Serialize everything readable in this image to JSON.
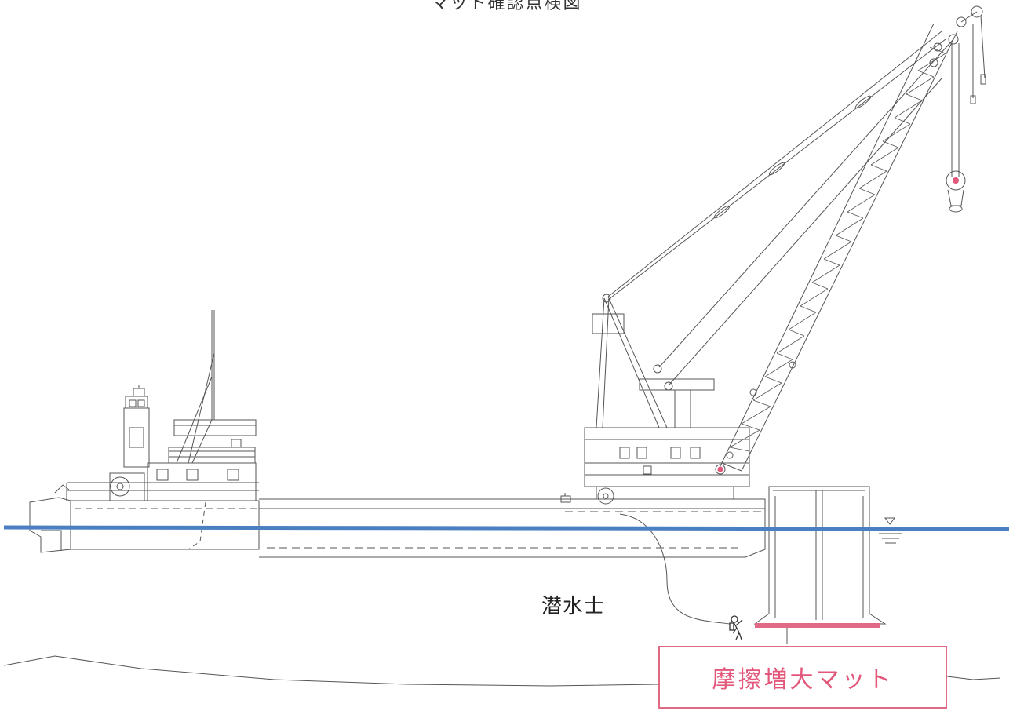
{
  "title": "マット確認点検図",
  "labels": {
    "diver": "潜水士",
    "mat": "摩擦増大マット"
  },
  "colors": {
    "waterline": "#4a7fc2",
    "mat": "#e06a85",
    "line": "#555555"
  },
  "icons": {
    "water_level": "water-level-triangle-icon",
    "diver": "diver-icon"
  }
}
